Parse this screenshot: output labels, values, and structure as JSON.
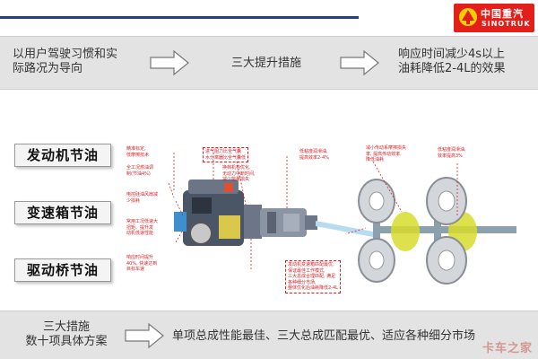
{
  "header": {
    "logo_cn": "中国重汽",
    "logo_en": "SINOTRUK"
  },
  "top_band": {
    "left_text_line1": "以用户驾驶习惯和实",
    "left_text_line2": "际路况为导向",
    "middle_text": "三大提升措施",
    "right_text_line1": "响应时间减少4s以上",
    "right_text_line2": "油耗降低2-4L的效果"
  },
  "side_labels": {
    "engine": "发动机节油",
    "gearbox": "变速箱节油",
    "axle": "驱动桥节油"
  },
  "notes": {
    "n1": [
      "精准标定,",
      "低摩擦技术"
    ],
    "n2": [
      "全工况燃油调",
      "制(节油4%)"
    ],
    "n3": [
      "电控硅油风扇减",
      "少损耗"
    ],
    "n4": [
      "常用工况低速大",
      "扭矩、提升发",
      "动机低速性能"
    ],
    "n5": [
      "响应时间提升",
      "40%, 快速达到",
      "目标车速"
    ],
    "n6": [
      "进气阻力比全气囊",
      "水分离器比全气囊低"
    ],
    "n7": [
      "换档机构优化,",
      "无动力中断时间,",
      "减少能量损失"
    ],
    "n8": [
      "低粘度润滑油,",
      "提高效率2-4%"
    ],
    "n9": [
      "减小传动系摩擦损失",
      "率, 提高传动效率,",
      "降低油耗"
    ],
    "n10": [
      "低粘度润滑油,",
      "效率提高3%"
    ],
    "n11": [
      "发动机变速箱匹配最优,",
      "保证最佳工作模式,",
      "三大总成合理匹配, 满足",
      "各种细分市场,",
      "整体优化后油耗降低2-4L"
    ]
  },
  "bottom_band": {
    "left_line1": "三大措施",
    "left_line2": "数十项具体方案",
    "right_text": "单项总成性能最佳、三大总成匹配最优、适应各种细分市场"
  },
  "watermark": "卡车之家",
  "colors": {
    "logo_red": "#e41f19",
    "header_line": "#2a3f7a",
    "note_red": "#d2232a",
    "band_gray": "#e3e3e3"
  }
}
